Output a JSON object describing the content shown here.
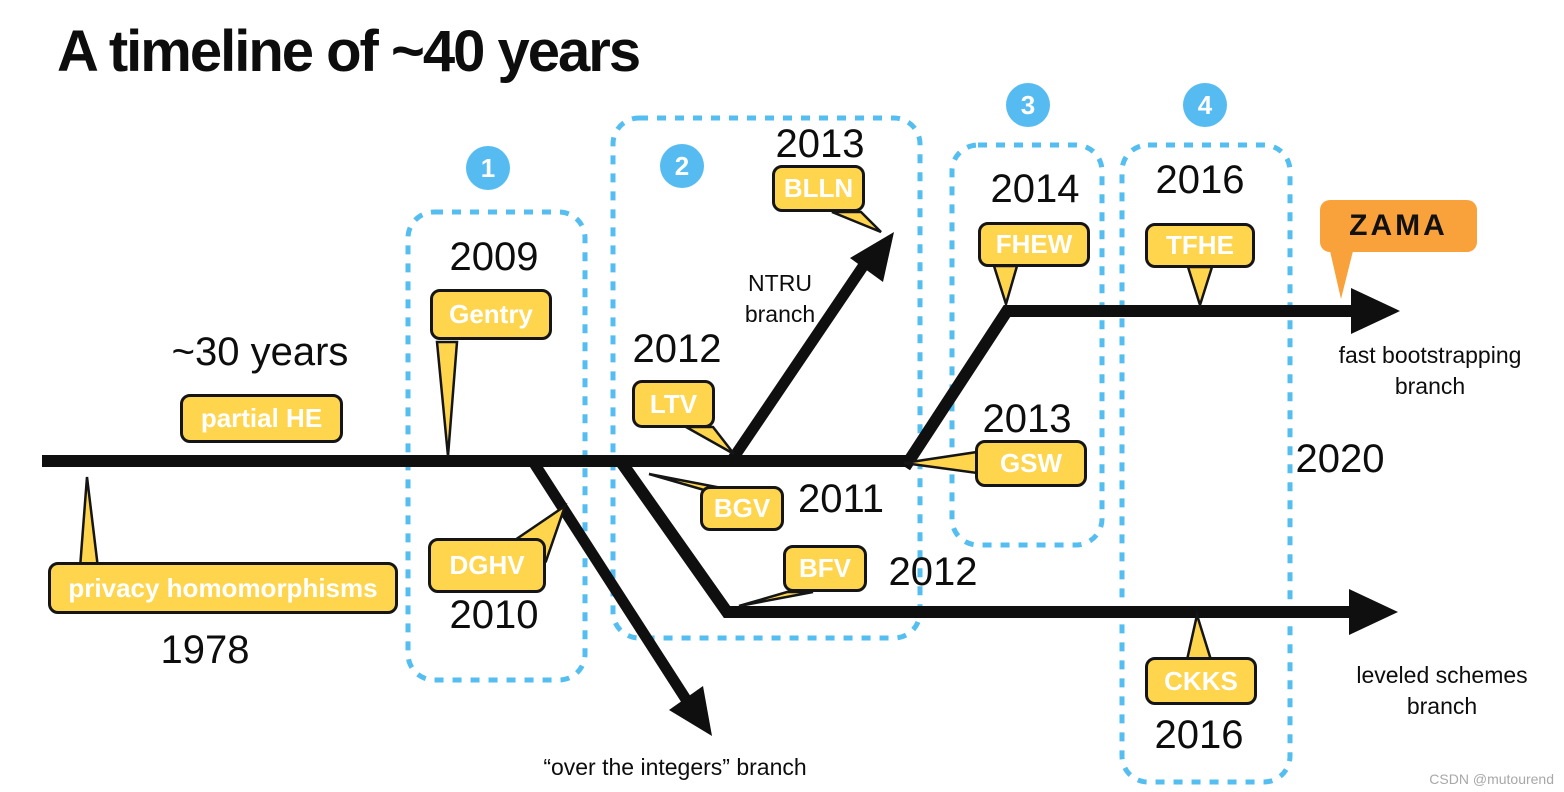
{
  "slide": {
    "title": "A timeline of ~40 years",
    "watermark": "CSDN @mutourend"
  },
  "milestone_badges": {
    "b1": "1",
    "b2": "2",
    "b3": "3",
    "b4": "4"
  },
  "year_labels": {
    "thirty_years": "~30 years",
    "y1978": "1978",
    "y2009": "2009",
    "y2010": "2010",
    "y2012_ltv": "2012",
    "y2013_blln": "2013",
    "y2011_bgv": "2011",
    "y2012_bfv": "2012",
    "y2013_gsw": "2013",
    "y2014_fhew": "2014",
    "y2016_tfhe": "2016",
    "y2016_ckks": "2016",
    "y2020": "2020"
  },
  "callouts": {
    "partial_he": "partial HE",
    "privacy_homomorphisms": "privacy homomorphisms",
    "gentry": "Gentry",
    "dghv": "DGHV",
    "ltv": "LTV",
    "blln": "BLLN",
    "bgv": "BGV",
    "bfv": "BFV",
    "fhew": "FHEW",
    "gsw": "GSW",
    "tfhe": "TFHE",
    "ckks": "CKKS",
    "zama": "ZAMA"
  },
  "branch_labels": {
    "ntru": "NTRU branch",
    "fast_bootstrapping": "fast bootstrapping branch",
    "leveled_schemes": "leveled schemes branch",
    "over_the_integers": "“over the integers” branch"
  },
  "colors": {
    "callout_yellow": "#FFD54D",
    "zama_orange": "#F9A23B",
    "milestone_blue": "#56BBF1",
    "dotted_blue": "#55BEF0",
    "line_black": "#0f0f0f"
  }
}
